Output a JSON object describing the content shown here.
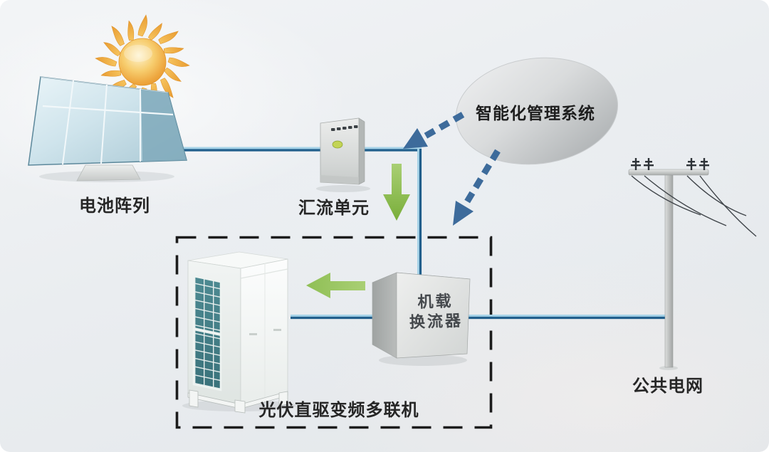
{
  "diagram": {
    "nodes": {
      "battery_array": {
        "label": "电池阵列"
      },
      "combiner_unit": {
        "label": "汇流单元"
      },
      "management_system": {
        "label": "智能化管理系统"
      },
      "onboard_converter": {
        "line1": "机载",
        "line2": "换流器"
      },
      "pv_multi_unit": {
        "label": "光伏直驱变频多联机"
      },
      "public_grid": {
        "label": "公共电网"
      }
    },
    "edges": [
      {
        "from": "battery_array",
        "to": "combiner_unit",
        "style": "solid-blue-power-line"
      },
      {
        "from": "combiner_unit",
        "to": "onboard_converter",
        "style": "solid-blue-power-line"
      },
      {
        "from": "onboard_converter",
        "to": "public_grid",
        "style": "solid-blue-power-line"
      },
      {
        "from": "combiner_unit",
        "to": "onboard_converter",
        "style": "green-flow-arrow-down"
      },
      {
        "from": "onboard_converter",
        "to": "pv_multi_unit",
        "style": "green-flow-arrow-left"
      },
      {
        "from": "management_system",
        "to": "combiner_unit",
        "style": "blue-dashed-control-arrow"
      },
      {
        "from": "management_system",
        "to": "onboard_converter",
        "style": "blue-dashed-control-arrow"
      }
    ]
  },
  "icons": {
    "sun-icon": "orange sun with flame rays (svg)",
    "solar-panel-icon": "tilted photovoltaic array on pedestal (svg)",
    "combiner-cabinet-icon": "gray electrical cabinet (svg)",
    "hvac-outdoor-unit-icon": "white VRF outdoor unit with teal grille (svg)",
    "converter-box-icon": "gray 3d cube (svg)",
    "utility-pole-icon": "power pole with crossarm, insulators and wires (svg)",
    "green-down-arrow-icon": "solid green arrow down",
    "green-left-arrow-icon": "solid green arrow left",
    "blue-dashed-arrow-icon": "steel-blue dashed arrow with solid head"
  },
  "colors": {
    "background_top": "#f2f4f6",
    "background_bottom": "#e3e7ea",
    "power_line_core": "#215f8c",
    "power_line_highlight": "#a6d3e8",
    "control_arrow_blue": "#3d6b9b",
    "flow_arrow_green": "#84b845",
    "dashed_border": "#1c1c1c",
    "ellipse_light": "#eff0f1",
    "ellipse_dark": "#a6aaac",
    "sun_orange": "#eda43c",
    "grille_teal": "#47868e",
    "label_text": "#262626"
  }
}
